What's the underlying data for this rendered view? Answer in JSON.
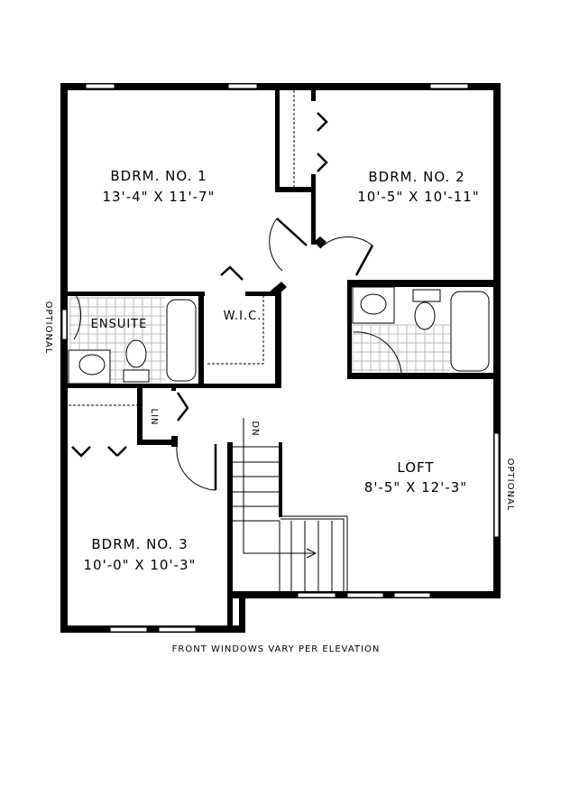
{
  "rooms": {
    "bdrm1": {
      "name": "BDRM. NO. 1",
      "size": "13'-4\" X 11'-7\""
    },
    "bdrm2": {
      "name": "BDRM. NO. 2",
      "size": "10'-5\" X 10'-11\""
    },
    "bdrm3": {
      "name": "BDRM. NO. 3",
      "size": "10'-0\" X 10'-3\""
    },
    "loft": {
      "name": "LOFT",
      "size": "8'-5\" X 12'-3\""
    },
    "ensuite": {
      "name": "ENSUITE"
    },
    "wic": {
      "name": "W.I.C."
    },
    "lin": {
      "name": "LIN"
    }
  },
  "stairs": {
    "label": "DN"
  },
  "notes": {
    "optional_left": "OPTIONAL",
    "optional_right": "OPTIONAL",
    "footer": "FRONT WINDOWS VARY PER ELEVATION"
  }
}
